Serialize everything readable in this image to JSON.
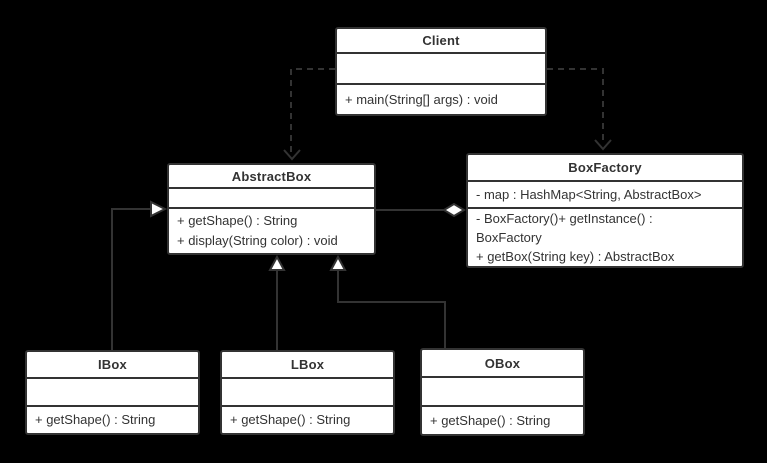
{
  "diagram": {
    "type": "uml-class-diagram",
    "colors": {
      "background": "#000000",
      "box_fill": "#ffffff",
      "line": "#333333",
      "text": "#333333",
      "arrowhead_fill": "#ffffff"
    },
    "classes": {
      "client": {
        "title": "Client",
        "attribute_lines": [],
        "method_lines": [
          "+ main(String[] args) : void"
        ]
      },
      "abstract_box": {
        "title": "AbstractBox",
        "attribute_lines": [],
        "method_lines": [
          "+ getShape() : String",
          "+ display(String color) : void"
        ]
      },
      "box_factory": {
        "title": "BoxFactory",
        "attribute_lines": [
          "- map : HashMap<String, AbstractBox>"
        ],
        "method_lines": [
          "- BoxFactory()+ getInstance() :",
          "BoxFactory",
          "+ getBox(String key) : AbstractBox"
        ]
      },
      "ibox": {
        "title": "IBox",
        "attribute_lines": [],
        "method_lines": [
          "+ getShape() : String"
        ]
      },
      "lbox": {
        "title": "LBox",
        "attribute_lines": [],
        "method_lines": [
          "+ getShape() : String"
        ]
      },
      "obox": {
        "title": "OBox",
        "attribute_lines": [],
        "method_lines": [
          "+ getShape() : String"
        ]
      }
    },
    "relationships": [
      {
        "from": "Client",
        "to": "AbstractBox",
        "type": "dependency",
        "style": "dashed-open-arrow"
      },
      {
        "from": "Client",
        "to": "BoxFactory",
        "type": "dependency",
        "style": "dashed-open-arrow"
      },
      {
        "from": "BoxFactory",
        "to": "AbstractBox",
        "type": "aggregation",
        "style": "solid-hollow-diamond-at-boxfactory"
      },
      {
        "from": "IBox",
        "to": "AbstractBox",
        "type": "generalization",
        "style": "solid-hollow-triangle"
      },
      {
        "from": "LBox",
        "to": "AbstractBox",
        "type": "generalization",
        "style": "solid-hollow-triangle"
      },
      {
        "from": "OBox",
        "to": "AbstractBox",
        "type": "generalization",
        "style": "solid-hollow-triangle"
      }
    ]
  }
}
